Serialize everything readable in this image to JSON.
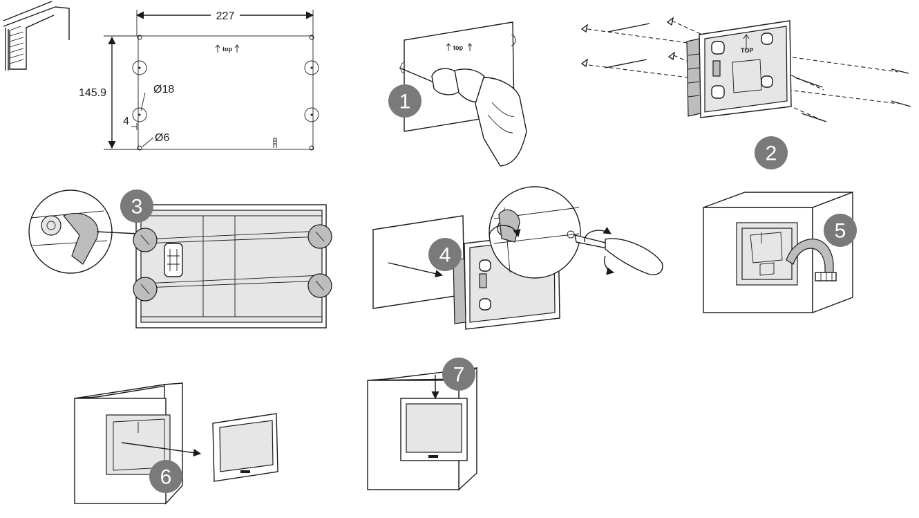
{
  "dimensions": {
    "width": "227",
    "height": "145.9",
    "large_hole": "Ø18",
    "small_hole": "Ø6",
    "offset": "4",
    "top_marker": "top"
  },
  "steps": [
    "1",
    "2",
    "3",
    "4",
    "5",
    "6",
    "7"
  ],
  "plate_marker": "top",
  "box_marker": "TOP"
}
